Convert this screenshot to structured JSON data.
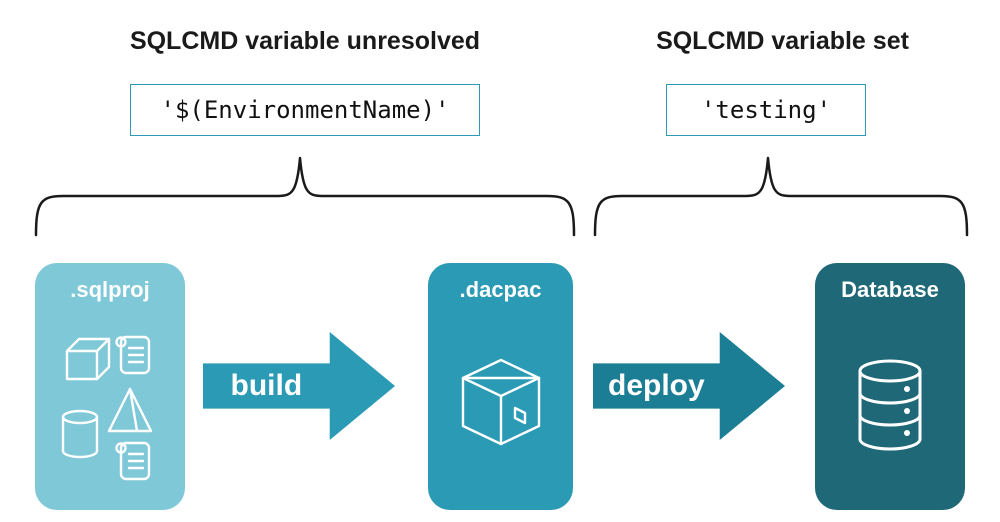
{
  "left_section": {
    "heading": "SQLCMD variable unresolved",
    "code": "'$(EnvironmentName)'"
  },
  "right_section": {
    "heading": "SQLCMD variable set",
    "code": "'testing'"
  },
  "pipeline": {
    "sqlproj_label": ".sqlproj",
    "build_label": "build",
    "dacpac_label": ".dacpac",
    "deploy_label": "deploy",
    "database_label": "Database"
  },
  "icons": {
    "sqlproj": "sql-objects-icon",
    "dacpac": "package-icon",
    "database": "database-icon"
  },
  "colors": {
    "light_teal": "#7FC8D7",
    "medium_teal": "#2B9AB5",
    "deploy_teal": "#1B7E95",
    "dark_teal": "#1F6878",
    "border_teal": "#2B9AB5"
  }
}
